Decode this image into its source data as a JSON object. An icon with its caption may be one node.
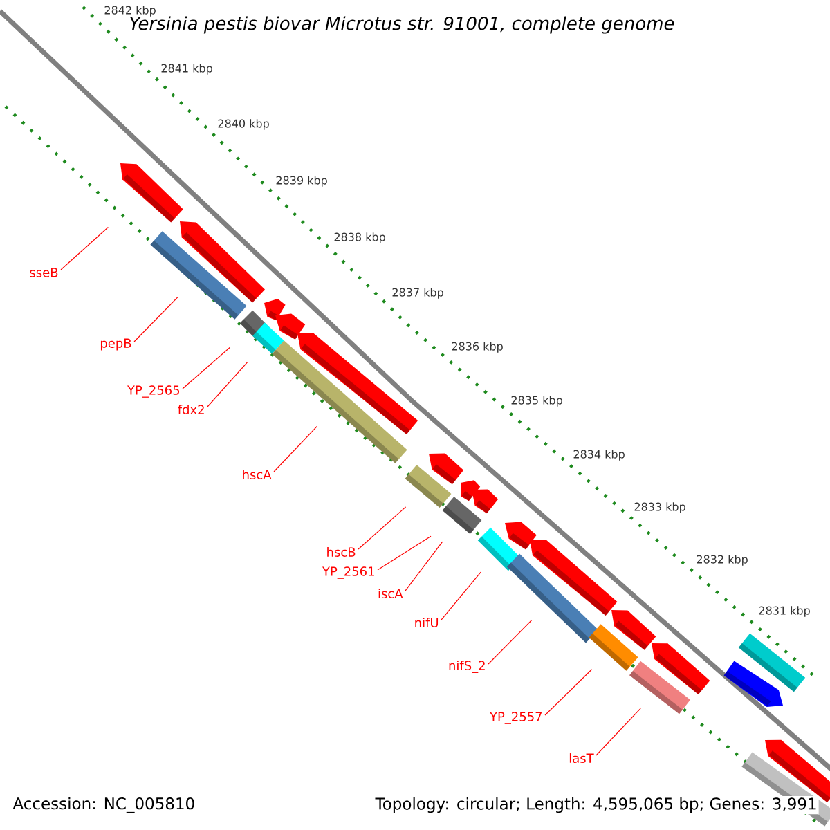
{
  "diagram": {
    "title": "Yersinia pestis biovar Microtus str. 91001, complete genome",
    "nodes": [
      {
        "text": [
          "sseB"
        ]
      },
      {
        "text": [
          "pepB"
        ]
      },
      {
        "text": [
          "YP_2565"
        ]
      },
      {
        "text": [
          "fdx2"
        ]
      },
      {
        "text": [
          "hscA"
        ]
      },
      {
        "text": [
          "hscB"
        ]
      },
      {
        "text": [
          "YP_2561"
        ]
      },
      {
        "text": [
          "iscA"
        ]
      },
      {
        "text": [
          "nifU"
        ]
      },
      {
        "text": [
          "nifS_2"
        ]
      },
      {
        "text": [
          "YP_2557"
        ]
      },
      {
        "text": [
          "lasT"
        ]
      },
      {
        "text": [],
        "shape": "pentagon"
      },
      {
        "text": [],
        "shape": "bar"
      },
      {
        "text": [],
        "shape": "pentagon"
      },
      {
        "text": [],
        "shape": "bar"
      },
      {
        "text": [],
        "shape": "bar"
      },
      {
        "text": [],
        "shape": "pentagon"
      },
      {
        "text": [],
        "shape": "pentagon"
      },
      {
        "text": [],
        "shape": "bar"
      },
      {
        "text": [],
        "shape": "pentagon"
      },
      {
        "text": [],
        "shape": "bar"
      },
      {
        "text": [],
        "shape": "pentagon"
      },
      {
        "text": [],
        "shape": "bar"
      },
      {
        "text": [],
        "shape": "pentagon"
      },
      {
        "text": [],
        "shape": "pentagon"
      },
      {
        "text": [],
        "shape": "bar"
      },
      {
        "text": [],
        "shape": "pentagon"
      },
      {
        "text": [],
        "shape": "bar"
      },
      {
        "text": [],
        "shape": "pentagon"
      },
      {
        "text": [],
        "shape": "bar"
      },
      {
        "text": [],
        "shape": "pentagon"
      },
      {
        "text": [],
        "shape": "bar"
      },
      {
        "text": [],
        "shape": "pentagon"
      },
      {
        "text": [],
        "shape": "pentagon"
      },
      {
        "text": [],
        "shape": "bar"
      },
      {
        "text": [],
        "shape": "bar"
      },
      {
        "text": [],
        "shape": "pentagon"
      }
    ],
    "edges": [
      {
        "from": 0,
        "to": 12,
        "arrow": "none"
      },
      {
        "from": 1,
        "to": 13,
        "arrow": "none"
      },
      {
        "from": 2,
        "to": 15,
        "arrow": "none"
      },
      {
        "from": 3,
        "to": 16,
        "arrow": "none"
      },
      {
        "from": 4,
        "to": 19,
        "arrow": "none"
      },
      {
        "from": 5,
        "to": 21,
        "arrow": "none"
      },
      {
        "from": 6,
        "to": 23,
        "arrow": "none"
      },
      {
        "from": 7,
        "to": 23,
        "arrow": "none"
      },
      {
        "from": 8,
        "to": 26,
        "arrow": "none"
      },
      {
        "from": 9,
        "to": 28,
        "arrow": "none"
      },
      {
        "from": 10,
        "to": 30,
        "arrow": "none"
      },
      {
        "from": 11,
        "to": 32,
        "arrow": "none"
      }
    ],
    "labels": [
      "2842 kbp",
      "2841 kbp",
      "2840 kbp",
      "2839 kbp",
      "2838 kbp",
      "2837 kbp",
      "2836 kbp",
      "2835 kbp",
      "2834 kbp",
      "2833 kbp",
      "2832 kbp",
      "2831 kbp",
      "Accession: NC_005810",
      "Topology: circular; Length: 4,595,065 bp; Genes: 3,991"
    ]
  }
}
